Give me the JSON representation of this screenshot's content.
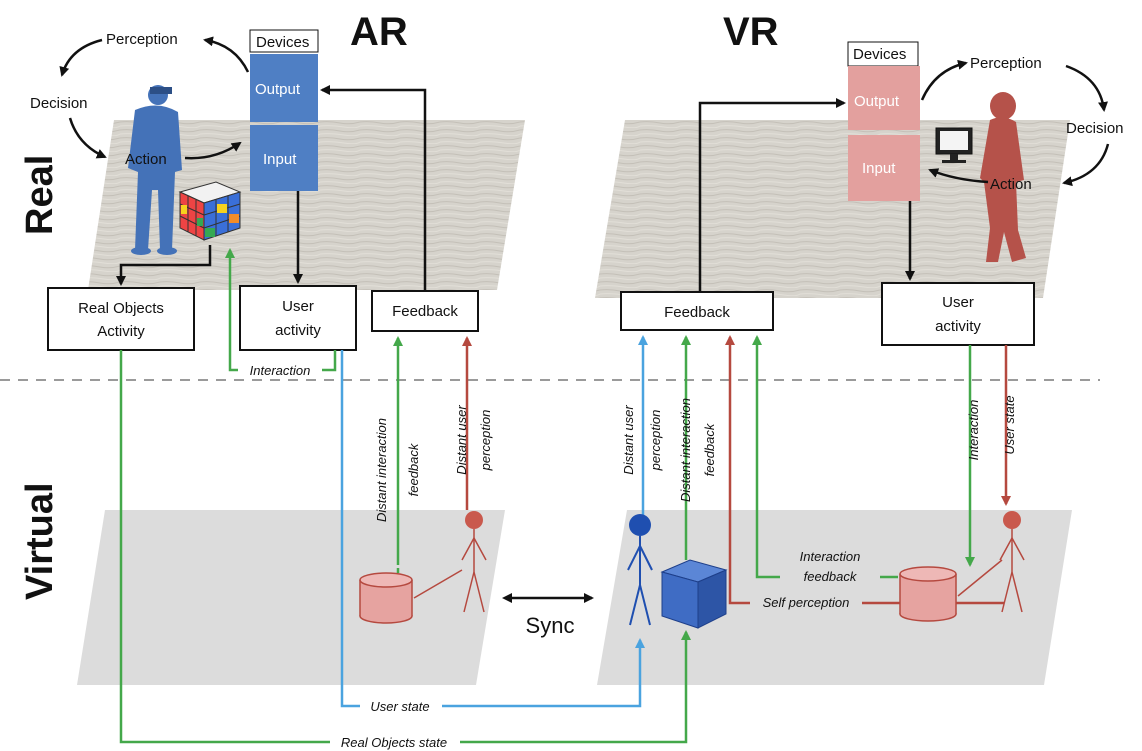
{
  "headings": {
    "ar": "AR",
    "vr": "VR",
    "real": "Real",
    "virtual": "Virtual",
    "sync": "Sync"
  },
  "ar": {
    "devices": "Devices",
    "output": "Output",
    "input": "Input",
    "perception": "Perception",
    "decision": "Decision",
    "action": "Action",
    "real_objects_line1": "Real Objects",
    "real_objects_line2": "Activity",
    "user_activity_line1": "User",
    "user_activity_line2": "activity",
    "feedback": "Feedback",
    "interaction": "Interaction",
    "distant_interaction_feedback_1": "Distant interaction",
    "distant_interaction_feedback_2": "feedback",
    "distant_user_perception_1": "Distant user",
    "distant_user_perception_2": "perception"
  },
  "vr": {
    "devices": "Devices",
    "output": "Output",
    "input": "Input",
    "perception": "Perception",
    "decision": "Decision",
    "action": "Action",
    "feedback": "Feedback",
    "user_activity_line1": "User",
    "user_activity_line2": "activity",
    "distant_user_perception_1": "Distant user",
    "distant_user_perception_2": "perception",
    "distant_interaction_feedback_1": "Distant interaction",
    "distant_interaction_feedback_2": "feedback",
    "interaction": "Interaction",
    "user_state": "User state",
    "interaction_feedback_1": "Interaction",
    "interaction_feedback_2": "feedback",
    "self_perception": "Self perception"
  },
  "bottom": {
    "user_state": "User state",
    "real_objects_state": "Real Objects state"
  },
  "colors": {
    "ar_blue": "#4f7fc4",
    "vr_red": "#e3a09e",
    "green": "#4caf50",
    "light_blue": "#4aa3df",
    "dark_red": "#b5493f",
    "plane_gray": "#d9d9d9"
  }
}
